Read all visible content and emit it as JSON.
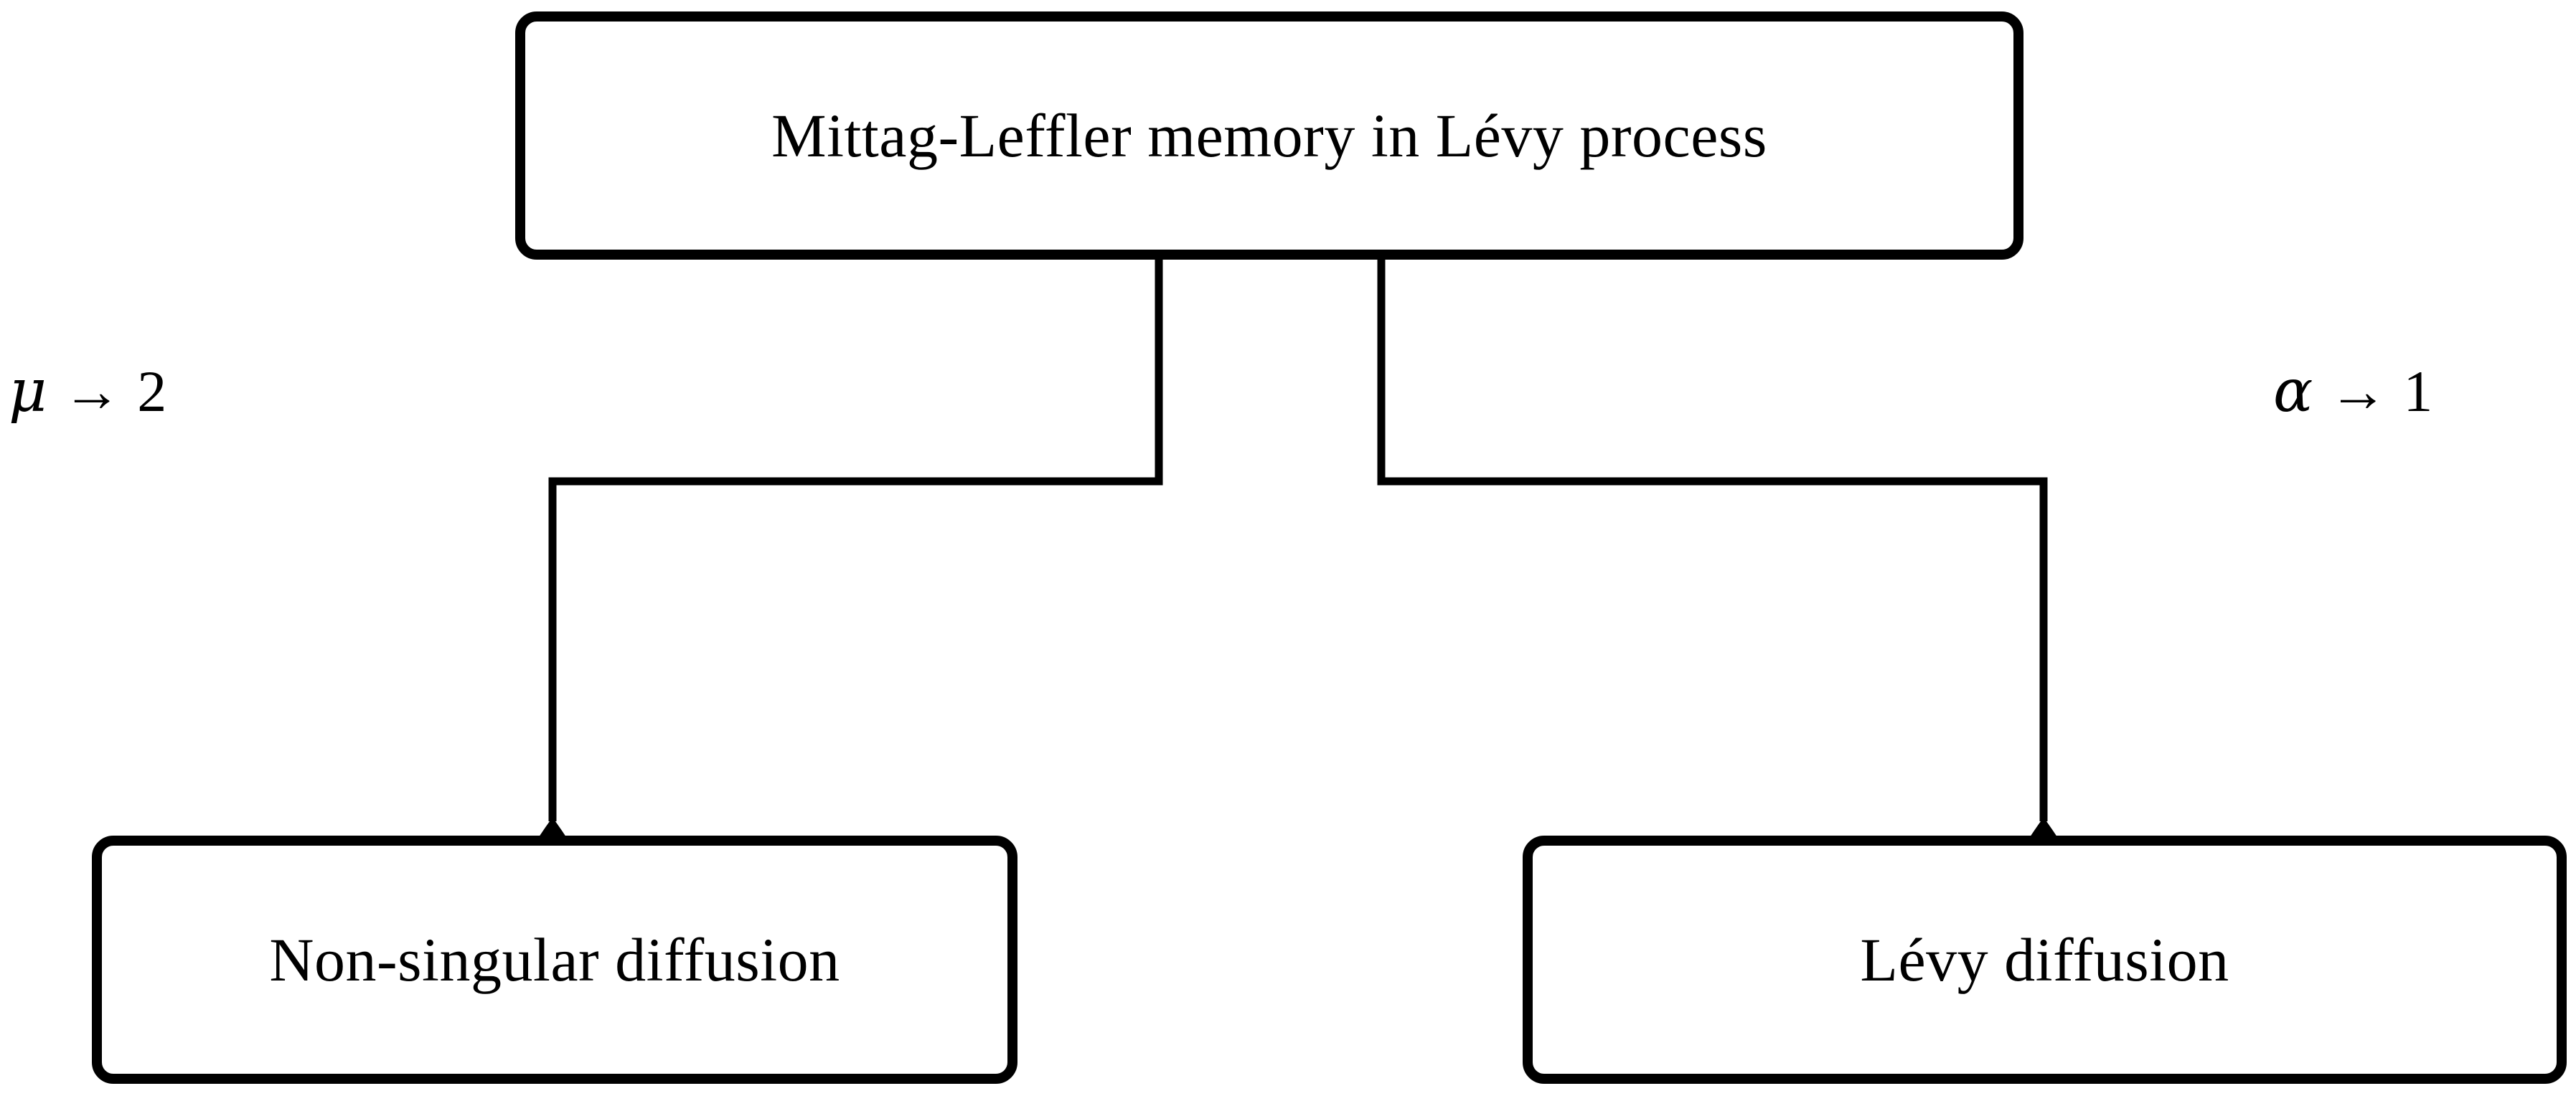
{
  "diagram": {
    "type": "flowchart",
    "title_node": {
      "id": "mittag-leffler-memory",
      "label": "Mittag-Leffler memory in Lévy process"
    },
    "child_nodes": [
      {
        "id": "non-singular-diffusion",
        "label": "Non-singular diffusion"
      },
      {
        "id": "levy-diffusion",
        "label": "Lévy diffusion"
      }
    ],
    "edge_labels": [
      {
        "id": "mu-to-2",
        "position": "left",
        "symbol": "μ",
        "arrow": "→",
        "value": "2",
        "full": "μ → 2"
      },
      {
        "id": "alpha-to-1",
        "position": "right",
        "symbol": "α",
        "arrow": "→",
        "value": "1",
        "full": "α → 1"
      }
    ],
    "colors": {
      "stroke": "#000000",
      "fill": "#ffffff",
      "text": "#000000"
    }
  }
}
